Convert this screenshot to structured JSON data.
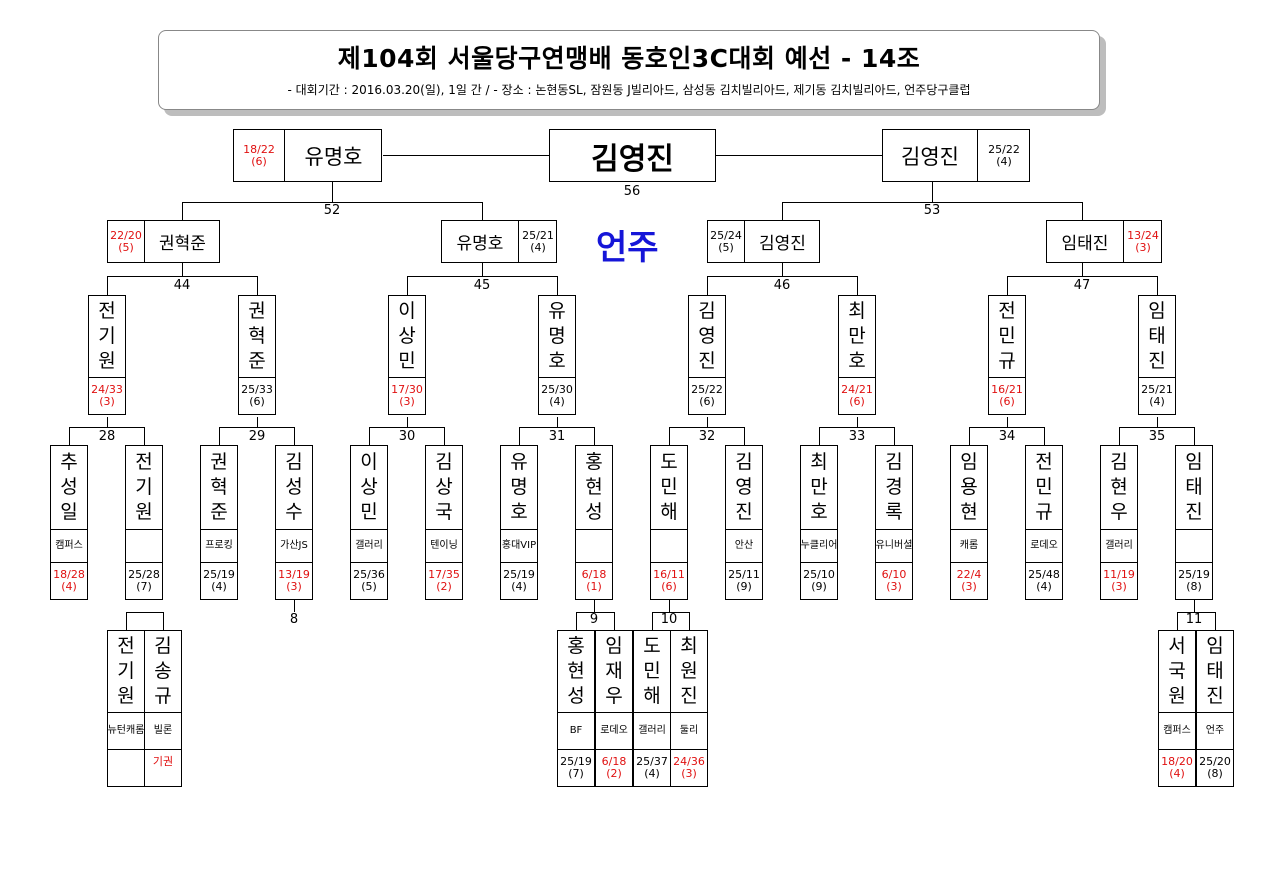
{
  "header": {
    "title": "제104회 서울당구연맹배 동호인3C대회 예선 - 14조",
    "subtitle": "- 대회기간 : 2016.03.20(일), 1일 간 / - 장소 : 논현동SL, 잠원동 J빌리아드, 삼성동 김치빌리아드, 제기동 김치빌리아드, 언주당구클럽"
  },
  "venue_label": "언주",
  "final": {
    "winner": "김영진",
    "match_no": "56",
    "left": {
      "name": "유명호",
      "score": "18/22",
      "inning": "(6)",
      "red": true
    },
    "right": {
      "name": "김영진",
      "score": "25/22",
      "inning": "(4)",
      "red": false
    }
  },
  "semis": [
    {
      "match_no": "52",
      "left": {
        "name": "권혁준",
        "score": "22/20",
        "inning": "(5)",
        "red": true
      },
      "right": {
        "name": "유명호",
        "score": "25/21",
        "inning": "(4)",
        "red": false
      }
    },
    {
      "match_no": "53",
      "left": {
        "name": "김영진",
        "score": "25/24",
        "inning": "(5)",
        "red": false
      },
      "right": {
        "name": "임태진",
        "score": "13/24",
        "inning": "(3)",
        "red": true
      }
    }
  ],
  "quarters": [
    {
      "match_no": "44",
      "players": [
        {
          "name": "전기원",
          "score": "24/33",
          "inning": "(3)",
          "red": true
        },
        {
          "name": "권혁준",
          "score": "25/33",
          "inning": "(6)",
          "red": false
        }
      ]
    },
    {
      "match_no": "45",
      "players": [
        {
          "name": "이상민",
          "score": "17/30",
          "inning": "(3)",
          "red": true
        },
        {
          "name": "유명호",
          "score": "25/30",
          "inning": "(4)",
          "red": false
        }
      ]
    },
    {
      "match_no": "46",
      "players": [
        {
          "name": "김영진",
          "score": "25/22",
          "inning": "(6)",
          "red": false
        },
        {
          "name": "최만호",
          "score": "24/21",
          "inning": "(6)",
          "red": true
        }
      ]
    },
    {
      "match_no": "47",
      "players": [
        {
          "name": "전민규",
          "score": "16/21",
          "inning": "(6)",
          "red": true
        },
        {
          "name": "임태진",
          "score": "25/21",
          "inning": "(4)",
          "red": false
        }
      ]
    }
  ],
  "round16": [
    {
      "match_no": "28",
      "players": [
        {
          "name": "추성일",
          "club": "캠퍼스",
          "score": "18/28",
          "inning": "(4)",
          "red": true
        },
        {
          "name": "전기원",
          "club": "",
          "score": "25/28",
          "inning": "(7)",
          "red": false
        }
      ]
    },
    {
      "match_no": "29",
      "players": [
        {
          "name": "권혁준",
          "club": "프로킹",
          "score": "25/19",
          "inning": "(4)",
          "red": false
        },
        {
          "name": "김성수",
          "club": "가산JS",
          "score": "13/19",
          "inning": "(3)",
          "red": true
        }
      ]
    },
    {
      "match_no": "30",
      "players": [
        {
          "name": "이상민",
          "club": "갤러리",
          "score": "25/36",
          "inning": "(5)",
          "red": false
        },
        {
          "name": "김상국",
          "club": "텐이닝",
          "score": "17/35",
          "inning": "(2)",
          "red": true
        }
      ]
    },
    {
      "match_no": "31",
      "players": [
        {
          "name": "유명호",
          "club": "홍대VIP",
          "score": "25/19",
          "inning": "(4)",
          "red": false
        },
        {
          "name": "홍현성",
          "club": "",
          "score": "6/18",
          "inning": "(1)",
          "red": true
        }
      ]
    },
    {
      "match_no": "32",
      "players": [
        {
          "name": "도민해",
          "club": "",
          "score": "16/11",
          "inning": "(6)",
          "red": true
        },
        {
          "name": "김영진",
          "club": "안산",
          "score": "25/11",
          "inning": "(9)",
          "red": false
        }
      ]
    },
    {
      "match_no": "33",
      "players": [
        {
          "name": "최만호",
          "club": "누클리어",
          "score": "25/10",
          "inning": "(9)",
          "red": false
        },
        {
          "name": "김경록",
          "club": "유니버셜",
          "score": "6/10",
          "inning": "(3)",
          "red": true
        }
      ]
    },
    {
      "match_no": "34",
      "players": [
        {
          "name": "임용현",
          "club": "캐롬",
          "score": "22/4",
          "inning": "(3)",
          "red": true
        },
        {
          "name": "전민규",
          "club": "로데오",
          "score": "25/48",
          "inning": "(4)",
          "red": false
        }
      ]
    },
    {
      "match_no": "35",
      "players": [
        {
          "name": "김현우",
          "club": "갤러리",
          "score": "11/19",
          "inning": "(3)",
          "red": true
        },
        {
          "name": "임태진",
          "club": "",
          "score": "25/19",
          "inning": "(8)",
          "red": false
        }
      ]
    }
  ],
  "prelims": [
    {
      "match_no": "8",
      "players": [
        {
          "name": "전기원",
          "club": "뉴턴캐롬",
          "score": "",
          "inning": "",
          "red": false
        },
        {
          "name": "김송규",
          "club": "빌론",
          "score": "기권",
          "inning": "",
          "red": true
        }
      ]
    },
    {
      "match_no": "9",
      "players": [
        {
          "name": "홍현성",
          "club": "BF",
          "score": "25/19",
          "inning": "(7)",
          "red": false
        },
        {
          "name": "임재우",
          "club": "로데오",
          "score": "6/18",
          "inning": "(2)",
          "red": true
        }
      ]
    },
    {
      "match_no": "10",
      "players": [
        {
          "name": "도민해",
          "club": "갤러리",
          "score": "25/37",
          "inning": "(4)",
          "red": false
        },
        {
          "name": "최원진",
          "club": "둘리",
          "score": "24/36",
          "inning": "(3)",
          "red": true
        }
      ]
    },
    {
      "match_no": "11",
      "players": [
        {
          "name": "서국원",
          "club": "캠퍼스",
          "score": "18/20",
          "inning": "(4)",
          "red": true
        },
        {
          "name": "임태진",
          "club": "언주",
          "score": "25/20",
          "inning": "(8)",
          "red": false
        }
      ]
    }
  ]
}
